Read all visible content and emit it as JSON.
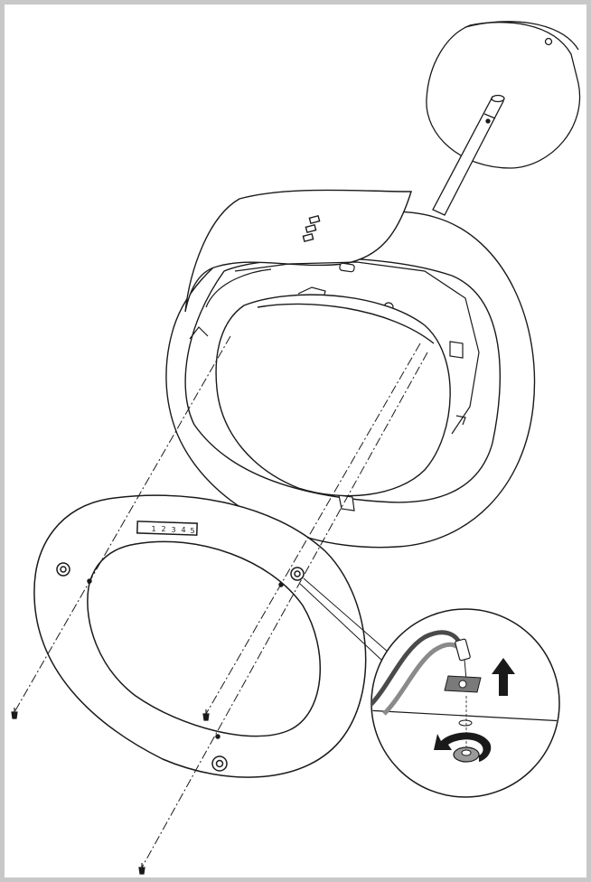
{
  "diagram": {
    "colors": {
      "frame": "#c8c8c8",
      "line": "#1a1a1a",
      "fill": "#ffffff",
      "cable_dark": "#4a4a4a",
      "cable_mid": "#8a8a8a",
      "arrow": "#1a1a1a"
    },
    "control_panel_labels": [
      "1",
      "2",
      "3",
      "4",
      "5"
    ],
    "hood_button_count": 3,
    "icons": [
      "arrow-up-icon",
      "rotate-arrow-icon",
      "screw-icon"
    ]
  }
}
